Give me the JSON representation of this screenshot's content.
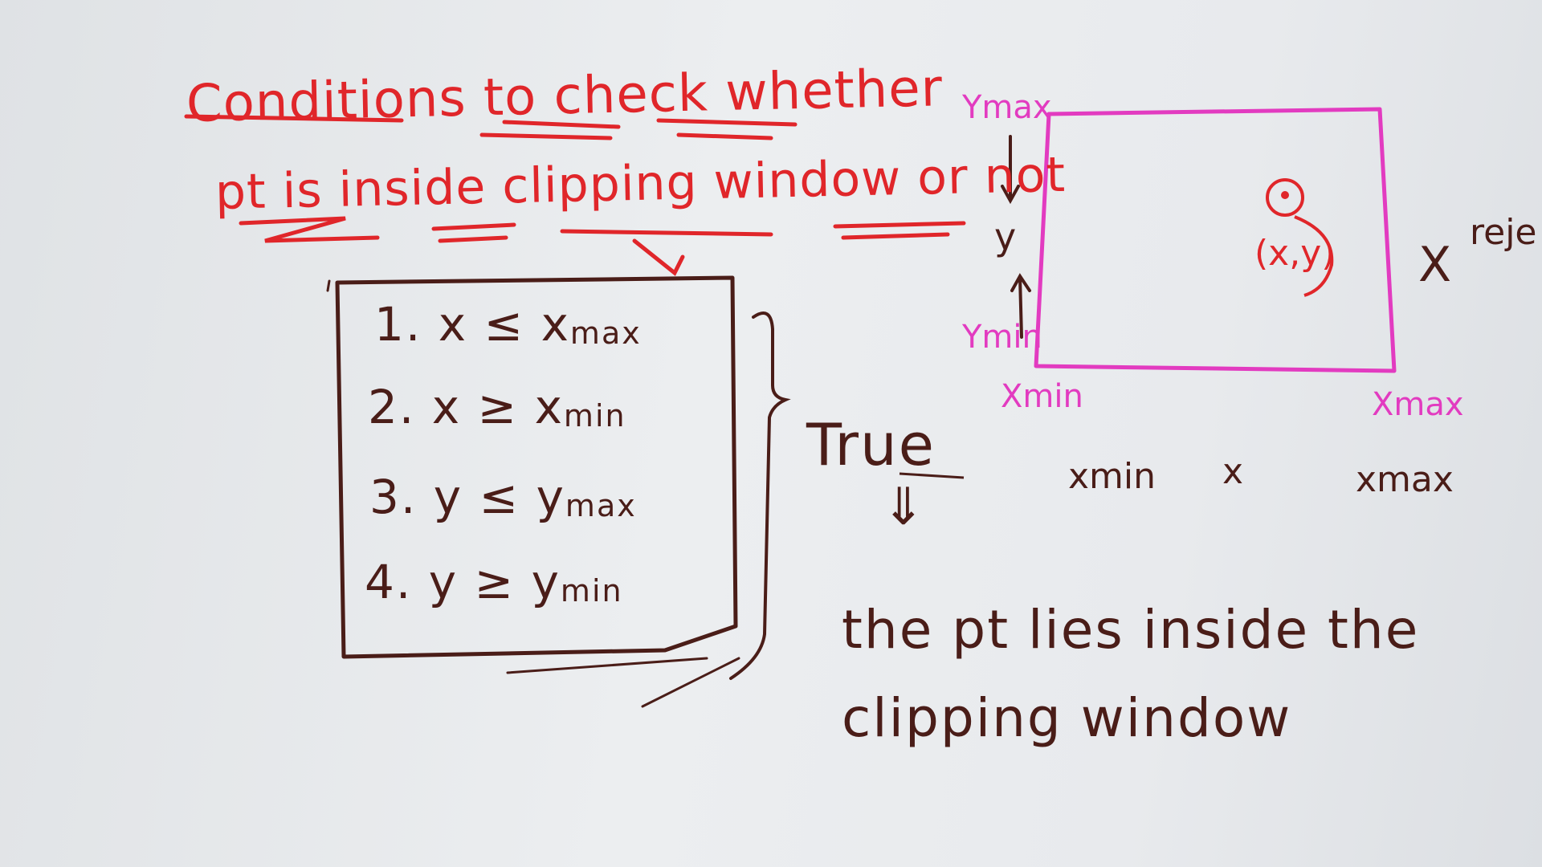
{
  "title": {
    "line1": "Conditions to check whether",
    "line2": "pt is inside clipping window or not"
  },
  "conditions": [
    {
      "number": "1.",
      "lhs": "x",
      "op": "≤",
      "rhs": "x",
      "sub": "max"
    },
    {
      "number": "2.",
      "lhs": "x",
      "op": "≥",
      "rhs": "x",
      "sub": "min"
    },
    {
      "number": "3.",
      "lhs": "y",
      "op": "≤",
      "rhs": "y",
      "sub": "max"
    },
    {
      "number": "4.",
      "lhs": "y",
      "op": "≥",
      "rhs": "y",
      "sub": "min"
    }
  ],
  "result": {
    "true_label": "True",
    "arrow": "⇓",
    "line1": "the pt lies inside the",
    "line2": "clipping window"
  },
  "window": {
    "ymax_label": "Ymax",
    "ymin_label": "Ymin",
    "y_label": "y",
    "xmin_label": "Xmin",
    "xmax_label": "Xmax",
    "point_label": "(x,y)",
    "reject_label": "reje",
    "reject_mark": "X"
  },
  "axis_order": {
    "xmin": "xmin",
    "x": "x",
    "xmax": "xmax"
  },
  "colors": {
    "red_marker": "#e0262a",
    "brown_marker": "#4a1d18",
    "pink_marker": "#e23bc0"
  }
}
